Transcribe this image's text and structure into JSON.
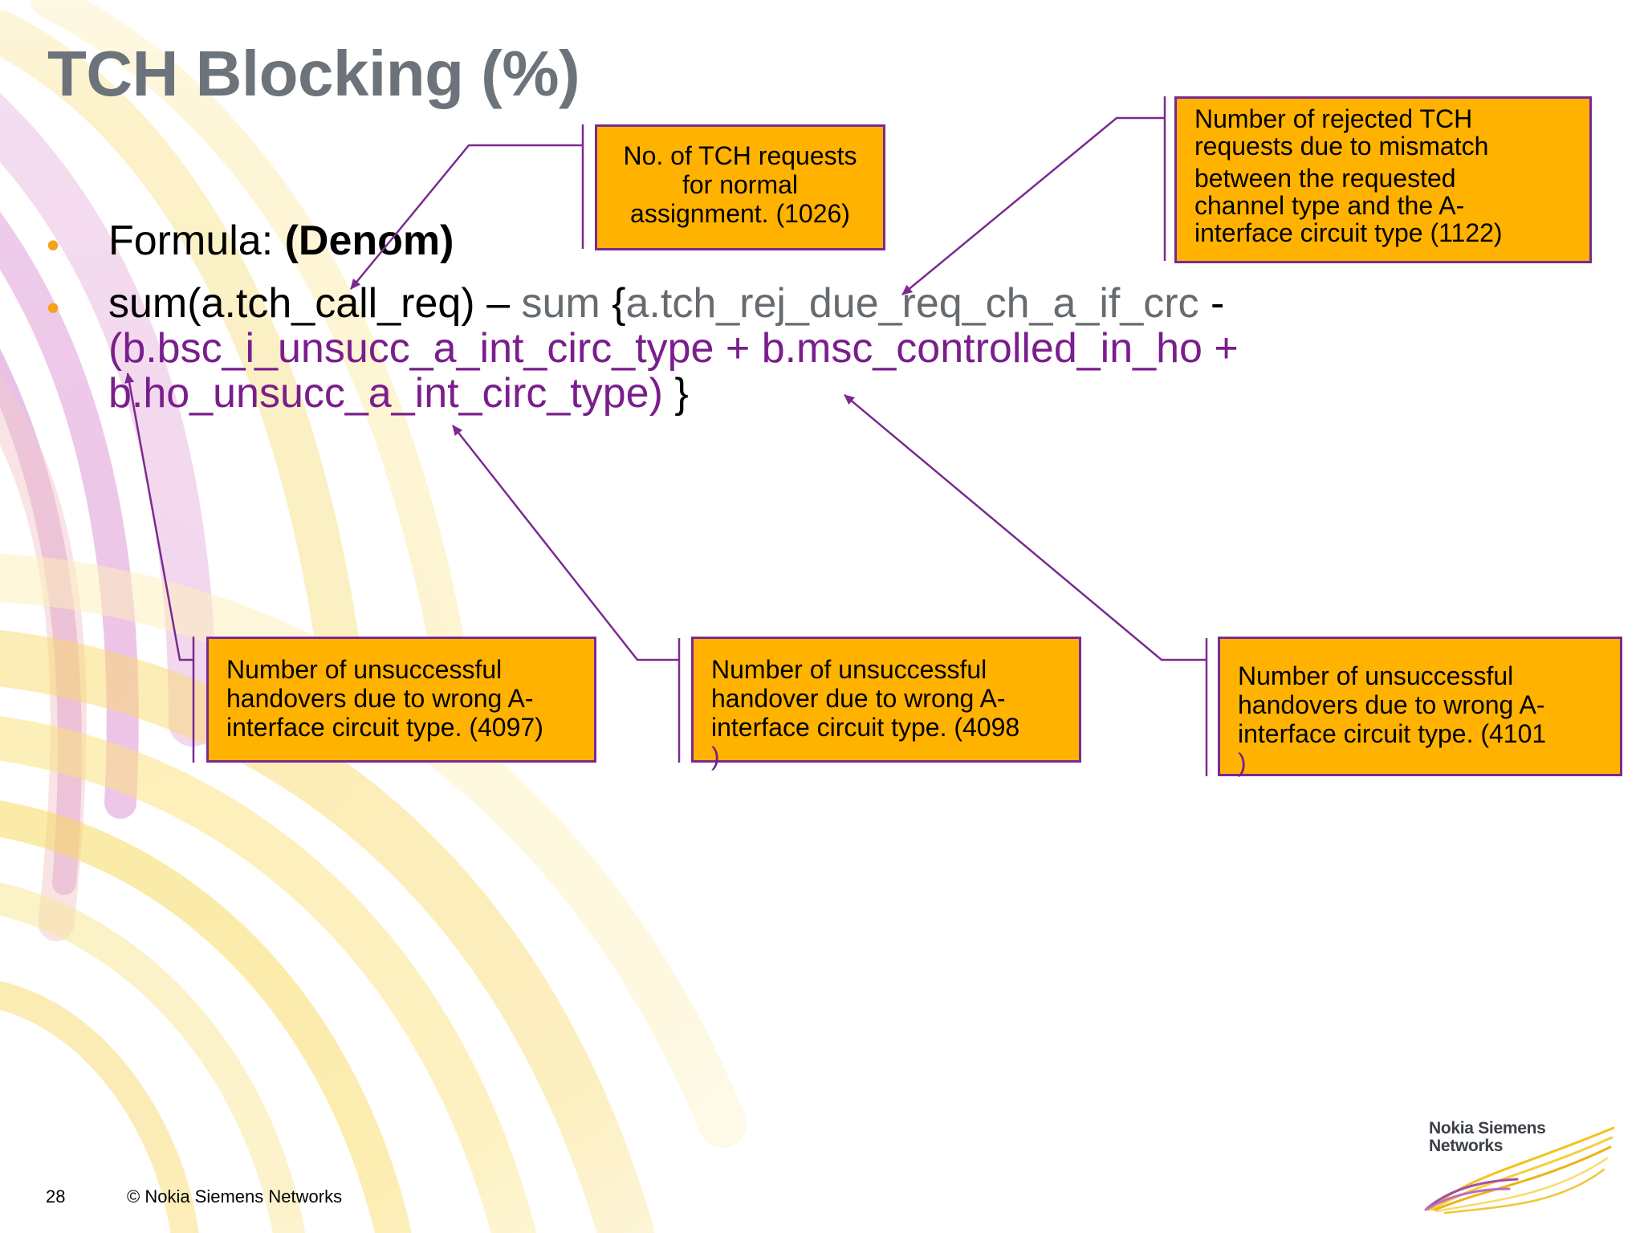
{
  "slide": {
    "title": "TCH Blocking (%)",
    "page_number": "28",
    "copyright": "© Nokia Siemens Networks",
    "logo_line1": "Nokia Siemens",
    "logo_line2": "Networks"
  },
  "bullets": {
    "bullet1_prefix": "Formula: ",
    "bullet1_bold": "(Denom)",
    "line1_black": "sum(a.tch_call_req) – ",
    "line1_gray_sum": "sum ",
    "line1_brace": "{",
    "line1_gray_rej": "a.tch_rej_due_req_ch_a_if_crc ",
    "line1_dash": "-",
    "line2_purple": "(b.bsc_i_unsucc_a_int_circ_type + b.msc_controlled_in_ho +",
    "line3_purple": "b.ho_unsucc_a_int_circ_type) ",
    "line3_brace": "}"
  },
  "callouts": {
    "c1026": [
      "No. of TCH requests",
      "for normal",
      "assignment. (1026)"
    ],
    "c1122": [
      "Number of rejected TCH",
      "requests due to mismatch",
      "between the requested",
      "channel type and the A-",
      "interface circuit type (1122)"
    ],
    "c4097": [
      "Number of unsuccessful",
      "handovers due to wrong A-",
      "interface circuit type. (4097)"
    ],
    "c4098": [
      "Number of unsuccessful",
      "handover due to wrong A-",
      "interface circuit type. (4098"
    ],
    "c4098_paren": ")",
    "c4101": [
      "Number of unsuccessful",
      "handovers due to wrong A-",
      "interface circuit type. (4101"
    ],
    "c4101_paren": ")"
  },
  "colors": {
    "callout_fill": "#ffb200",
    "connector": "#7a2a92",
    "title": "#6d737a",
    "bullet": "#f5a31a",
    "formula_purple": "#7a1e8c",
    "formula_gray": "#666b70"
  }
}
